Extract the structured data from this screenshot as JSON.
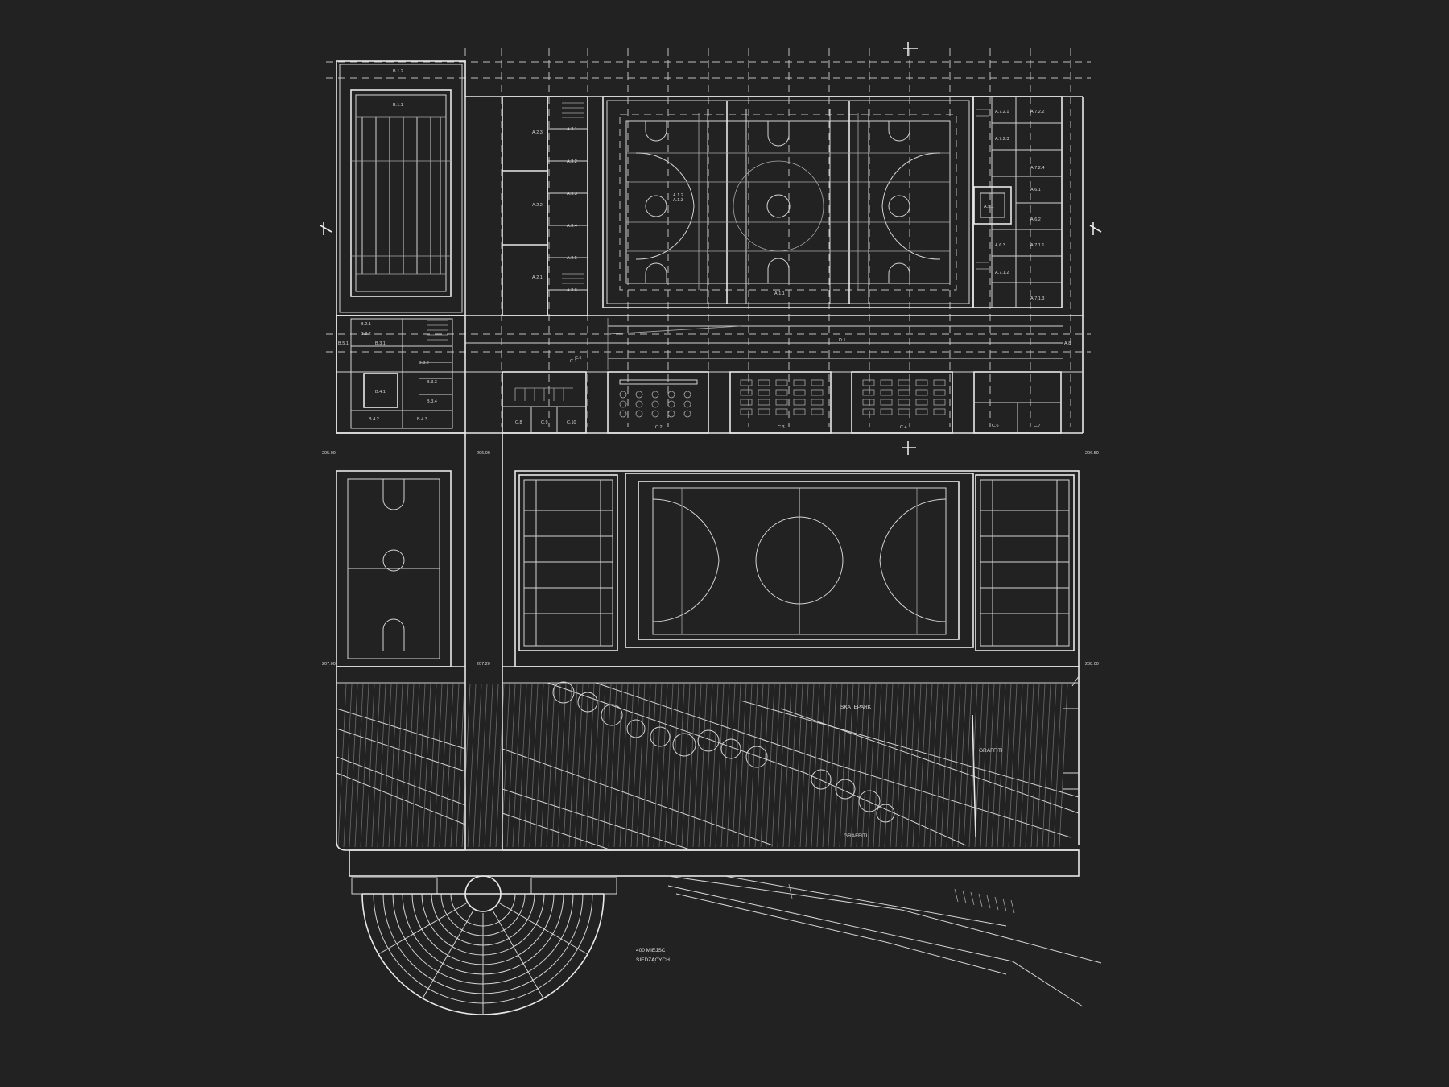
{
  "plan": {
    "colors": {
      "background": "#222222",
      "line": "#e8e8e8",
      "dim": "#a8a8a8"
    },
    "pool": {
      "label_top": "B.1.2",
      "label_pool": "B.1.1"
    },
    "changing_rooms": [
      "A.2.3",
      "A.2.2",
      "A.2.1"
    ],
    "core_labels": [
      "A.3.1",
      "A.3.2",
      "A.3.3",
      "A.3.4",
      "A.3.5",
      "A.3.6"
    ],
    "main_hall": {
      "label": "A.1.1",
      "court_labels": [
        "A.1.2",
        "A.1.3"
      ]
    },
    "east_rooms": [
      "A.7.2.1",
      "A.7.2.2",
      "A.7.2.3",
      "A.7.2.4",
      "A.6.1",
      "A.6.2",
      "A.6.3",
      "A.7.1.1",
      "A.7.1.2",
      "A.7.1.3"
    ],
    "east_center": {
      "label": "A.5.1"
    },
    "corridor": {
      "label_west": "C.1",
      "label_mid": "D.1",
      "label_east": "A.8"
    },
    "lower_rooms": [
      {
        "label": "C.2"
      },
      {
        "label": "C.3"
      },
      {
        "label": "C.4"
      },
      {
        "label": "C.5"
      }
    ],
    "east_lower": [
      "C.6",
      "C.7"
    ],
    "small_rooms": [
      "C.8",
      "C.9",
      "C.10"
    ],
    "west_block": [
      "B.2.1",
      "B.2.2",
      "B.3.1",
      "B.3.2",
      "B.3.3",
      "B.3.4",
      "B.4.1",
      "B.4.2",
      "B.4.3",
      "B.5.1"
    ],
    "elevations": [
      "205.00",
      "206.00",
      "206.50",
      "207.00",
      "207.20",
      "208.00"
    ],
    "annotations": {
      "skatepark": "SKATEPARK",
      "graffiti_1": "GRAFFITI",
      "graffiti_2": "GRAFFITI"
    },
    "amphitheatre": {
      "capacity_line1": "400 MIEJSC",
      "capacity_line2": "SIEDZĄCYCH"
    }
  }
}
